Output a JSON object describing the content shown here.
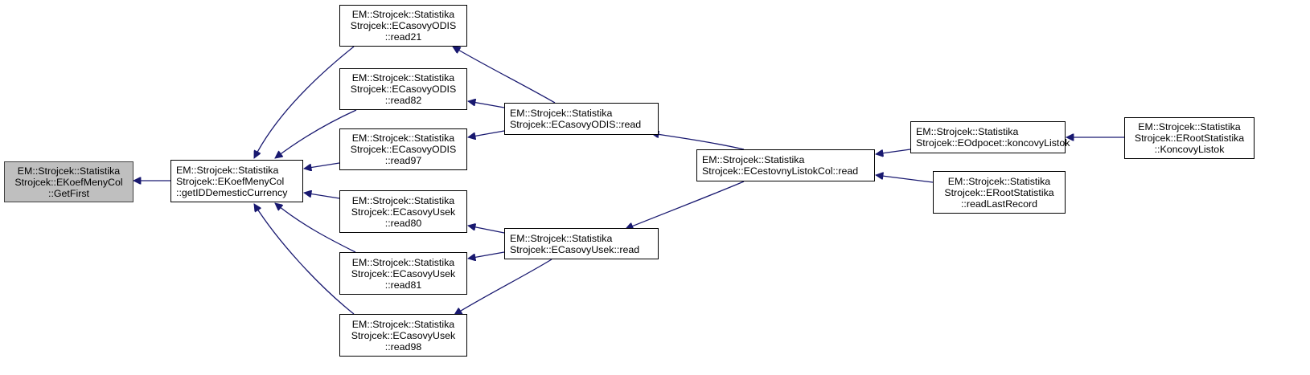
{
  "diagram": {
    "type": "doxygen-caller-graph",
    "colors": {
      "edge": "#191970",
      "node_border": "#000000",
      "root_fill": "#bfbfbf",
      "node_fill": "#ffffff"
    },
    "nodes": {
      "getfirst": {
        "lines": [
          "EM::Strojcek::Statistika",
          "Strojcek::EKoefMenyCol",
          "::GetFirst"
        ]
      },
      "getid": {
        "lines": [
          "EM::Strojcek::Statistika",
          "Strojcek::EKoefMenyCol",
          "::getIDDemesticCurrency"
        ]
      },
      "read21": {
        "lines": [
          "EM::Strojcek::Statistika",
          "Strojcek::ECasovyODIS",
          "::read21"
        ]
      },
      "read82": {
        "lines": [
          "EM::Strojcek::Statistika",
          "Strojcek::ECasovyODIS",
          "::read82"
        ]
      },
      "read97": {
        "lines": [
          "EM::Strojcek::Statistika",
          "Strojcek::ECasovyODIS",
          "::read97"
        ]
      },
      "read80": {
        "lines": [
          "EM::Strojcek::Statistika",
          "Strojcek::ECasovyUsek",
          "::read80"
        ]
      },
      "read81": {
        "lines": [
          "EM::Strojcek::Statistika",
          "Strojcek::ECasovyUsek",
          "::read81"
        ]
      },
      "read98": {
        "lines": [
          "EM::Strojcek::Statistika",
          "Strojcek::ECasovyUsek",
          "::read98"
        ]
      },
      "odisread": {
        "lines": [
          "EM::Strojcek::Statistika",
          "Strojcek::ECasovyODIS::read"
        ]
      },
      "usekread": {
        "lines": [
          "EM::Strojcek::Statistika",
          "Strojcek::ECasovyUsek::read"
        ]
      },
      "cestread": {
        "lines": [
          "EM::Strojcek::Statistika",
          "Strojcek::ECestovnyListokCol::read"
        ]
      },
      "odpocet": {
        "lines": [
          "EM::Strojcek::Statistika",
          "Strojcek::EOdpocet::koncovyListok"
        ]
      },
      "lastrec": {
        "lines": [
          "EM::Strojcek::Statistika",
          "Strojcek::ERootStatistika",
          "::readLastRecord"
        ]
      },
      "koncovy": {
        "lines": [
          "EM::Strojcek::Statistika",
          "Strojcek::ERootStatistika",
          "::KoncovyListok"
        ]
      }
    },
    "edges": [
      {
        "from": "getid",
        "to": "getfirst"
      },
      {
        "from": "read21",
        "to": "getid"
      },
      {
        "from": "read82",
        "to": "getid"
      },
      {
        "from": "read97",
        "to": "getid"
      },
      {
        "from": "read80",
        "to": "getid"
      },
      {
        "from": "read81",
        "to": "getid"
      },
      {
        "from": "read98",
        "to": "getid"
      },
      {
        "from": "odisread",
        "to": "read21"
      },
      {
        "from": "odisread",
        "to": "read82"
      },
      {
        "from": "odisread",
        "to": "read97"
      },
      {
        "from": "usekread",
        "to": "read80"
      },
      {
        "from": "usekread",
        "to": "read81"
      },
      {
        "from": "usekread",
        "to": "read98"
      },
      {
        "from": "cestread",
        "to": "odisread"
      },
      {
        "from": "cestread",
        "to": "usekread"
      },
      {
        "from": "odpocet",
        "to": "cestread"
      },
      {
        "from": "lastrec",
        "to": "cestread"
      },
      {
        "from": "koncovy",
        "to": "odpocet"
      }
    ]
  }
}
